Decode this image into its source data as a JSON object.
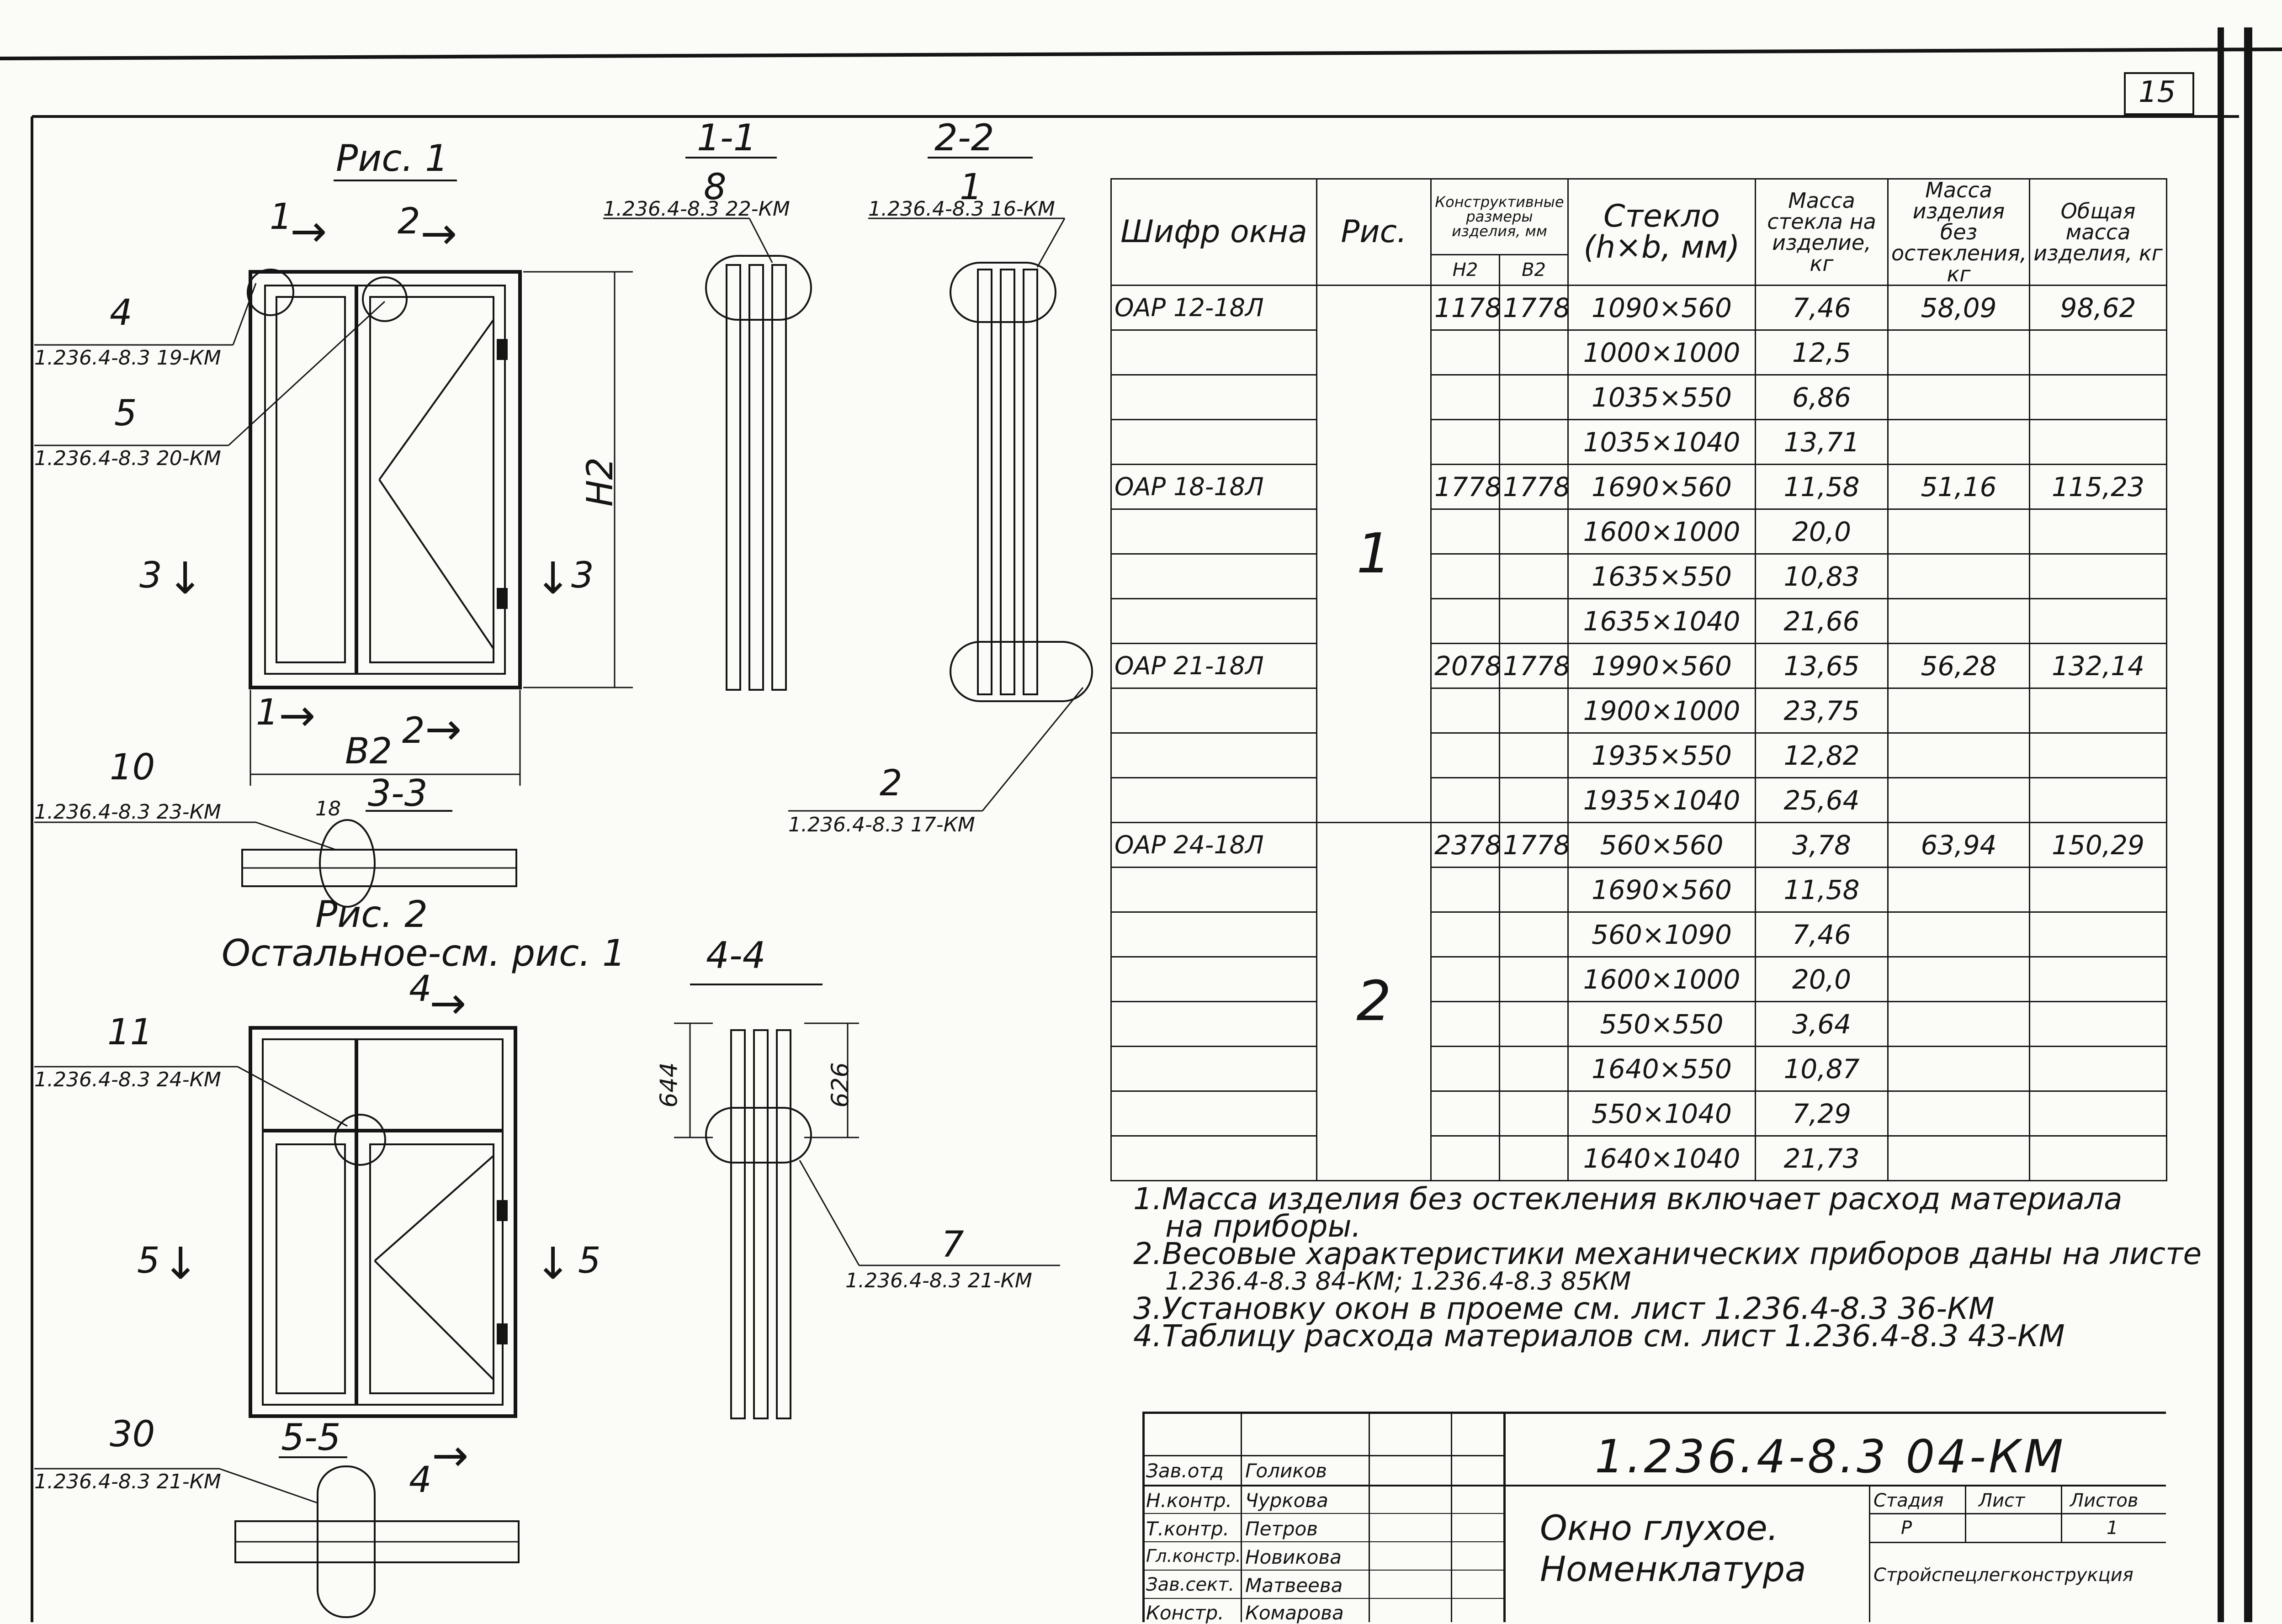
{
  "sheet_number": "15",
  "fig1": {
    "title": "Рис. 1",
    "callout_4": {
      "num": "4",
      "ref": "1.236.4-8.3 19-КМ"
    },
    "callout_5": {
      "num": "5",
      "ref": "1.236.4-8.3 20-КМ"
    },
    "callout_10": {
      "num": "10",
      "ref": "1.236.4-8.3 23-КМ"
    },
    "dim_h": "Н2",
    "dim_b": "В2",
    "cut_1": "1",
    "cut_2": "2",
    "cut_3": "3",
    "detail_18": "18"
  },
  "section_33": {
    "title": "3-3"
  },
  "section_11": {
    "title": "1-1",
    "num": "8",
    "ref": "1.236.4-8.3 22-КМ"
  },
  "section_22": {
    "title": "2-2",
    "num_top": "1",
    "ref_top": "1.236.4-8.3 16-КМ",
    "num_bottom": "2",
    "ref_bottom": "1.236.4-8.3 17-КМ"
  },
  "fig2": {
    "title": "Рис. 2",
    "subtitle": "Остальное-см. рис. 1",
    "callout_11": {
      "num": "11",
      "ref": "1.236.4-8.3 24-КМ"
    },
    "callout_30": {
      "num": "30",
      "ref": "1.236.4-8.3 21-КМ"
    },
    "cut_4": "4",
    "cut_5": "5"
  },
  "section_55": {
    "title": "5-5"
  },
  "section_44": {
    "title": "4-4",
    "dim_left": "644",
    "dim_right": "626",
    "num": "7",
    "ref": "1.236.4-8.3 21-КМ"
  },
  "table": {
    "headers": {
      "code": "Шифр окна",
      "pic": "Рис.",
      "dims": "Конструктивные размеры изделия, мм",
      "h": "Н2",
      "b": "В2",
      "glass": "Стекло (h×b, мм)",
      "glass_mass": "Масса стекла на изделие, кг",
      "item_mass": "Масса изделия без остекления, кг",
      "total_mass": "Общая масса изделия, кг"
    },
    "pic_1": "1",
    "pic_2": "2",
    "groups": [
      {
        "code": "ОАР 12-18Л",
        "h": "1178",
        "b": "1778",
        "item_mass": "58,09",
        "total_mass": "98,62",
        "rows": [
          [
            "1090×560",
            "7,46"
          ],
          [
            "1000×1000",
            "12,5"
          ],
          [
            "1035×550",
            "6,86"
          ],
          [
            "1035×1040",
            "13,71"
          ]
        ]
      },
      {
        "code": "ОАР 18-18Л",
        "h": "1778",
        "b": "1778",
        "item_mass": "51,16",
        "total_mass": "115,23",
        "rows": [
          [
            "1690×560",
            "11,58"
          ],
          [
            "1600×1000",
            "20,0"
          ],
          [
            "1635×550",
            "10,83"
          ],
          [
            "1635×1040",
            "21,66"
          ]
        ]
      },
      {
        "code": "ОАР 21-18Л",
        "h": "2078",
        "b": "1778",
        "item_mass": "56,28",
        "total_mass": "132,14",
        "rows": [
          [
            "1990×560",
            "13,65"
          ],
          [
            "1900×1000",
            "23,75"
          ],
          [
            "1935×550",
            "12,82"
          ],
          [
            "1935×1040",
            "25,64"
          ]
        ]
      },
      {
        "code": "ОАР 24-18Л",
        "h": "2378",
        "b": "1778",
        "item_mass": "63,94",
        "total_mass": "150,29",
        "rows": [
          [
            "560×560",
            "3,78"
          ],
          [
            "1690×560",
            "11,58"
          ],
          [
            "560×1090",
            "7,46"
          ],
          [
            "1600×1000",
            "20,0"
          ],
          [
            "550×550",
            "3,64"
          ],
          [
            "1640×550",
            "10,87"
          ],
          [
            "550×1040",
            "7,29"
          ],
          [
            "1640×1040",
            "21,73"
          ]
        ]
      }
    ]
  },
  "notes": [
    "1.Масса изделия без остекления включает расход материала",
    "на приборы.",
    "2.Весовые характеристики механических приборов даны на листе",
    "1.236.4-8.3 84-КМ; 1.236.4-8.3 85КМ",
    "3.Установку окон в проеме см. лист 1.236.4-8.3 36-КМ",
    "4.Таблицу расхода материалов см. лист 1.236.4-8.3 43-КМ"
  ],
  "title_block": {
    "doc_code": "1.236.4-8.3 04-КМ",
    "doc_title_1": "Окно глухое.",
    "doc_title_2": "Номенклатура",
    "stage_label": "Стадия",
    "sheet_label": "Лист",
    "sheets_label": "Листов",
    "stage": "Р",
    "sheets": "1",
    "org": "Стройспецлегконструкция",
    "signatures": [
      {
        "role": "Зав.отд",
        "name": "Голиков"
      },
      {
        "role": "Н.контр.",
        "name": "Чуркова"
      },
      {
        "role": "Т.контр.",
        "name": "Петров"
      },
      {
        "role": "Гл.констр.",
        "name": "Новикова"
      },
      {
        "role": "Зав.сект.",
        "name": "Матвеева"
      },
      {
        "role": "Констр.",
        "name": "Комарова"
      }
    ]
  }
}
